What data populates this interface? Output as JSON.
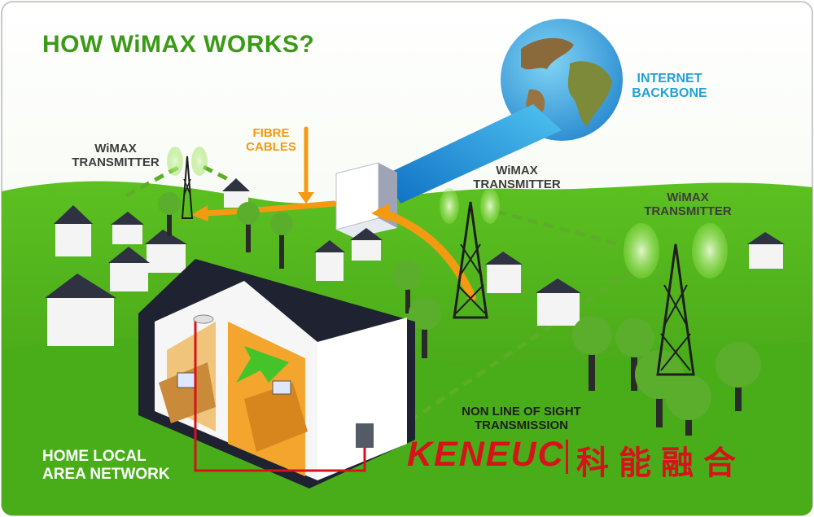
{
  "title": "HOW WiMAX WORKS?",
  "labels": {
    "wimax_left": "WiMAX\nTRANSMITTER",
    "wimax_center": "WiMAX\nTRANSMITTER",
    "wimax_right": "WiMAX\nTRANSMITTER",
    "fibre": "FIBRE\nCABLES",
    "internet": "INTERNET\nBACKBONE",
    "nlos": "NON LINE OF SIGHT\nTRANSMISSION",
    "home_lan": "HOME LOCAL\nAREA NETWORK"
  },
  "brand": {
    "latin": "KENEUC",
    "chinese": "科能融合"
  },
  "colors": {
    "title": "#3c9a18",
    "fibre": "#f39a12",
    "internet": "#22a0d8",
    "brand": "#d6131b",
    "grass": "#4fb71f",
    "sky": "#ffffff"
  }
}
